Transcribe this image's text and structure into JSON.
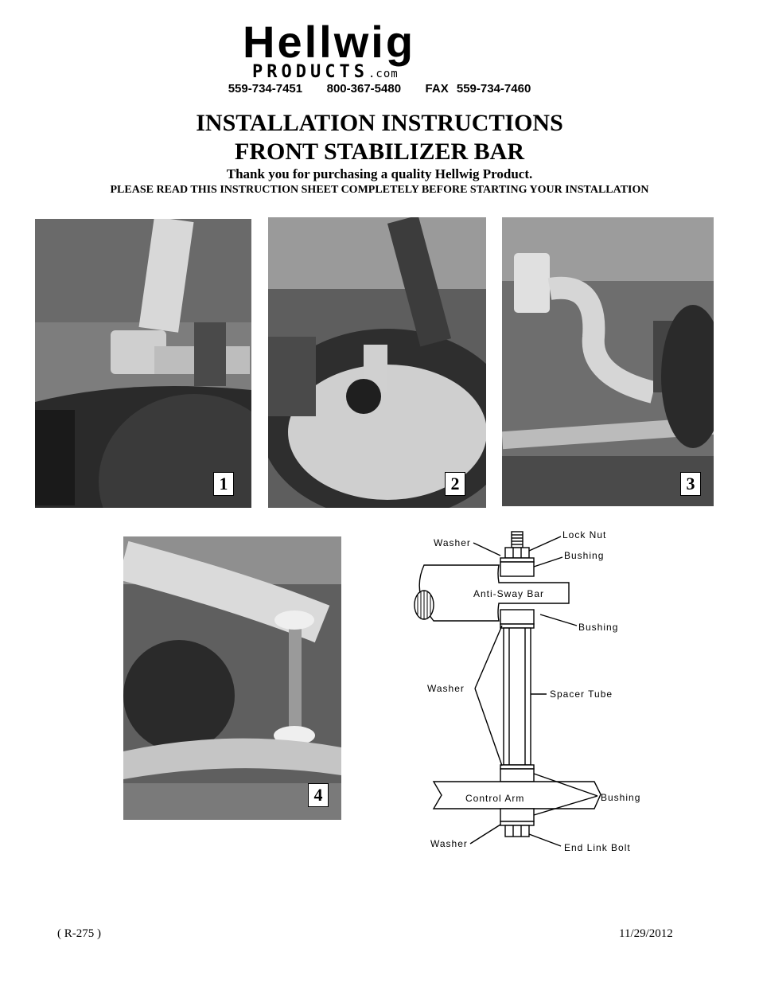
{
  "brand": {
    "logo_main": "Hellwig",
    "logo_sub": "PRODUCTS",
    "logo_domain": ".com"
  },
  "contact": {
    "line": "559-734-7451   800-367-5480   FAX 559-734-7460"
  },
  "title": {
    "line1": "INSTALLATION INSTRUCTIONS",
    "line2": "FRONT STABILIZER BAR"
  },
  "thanks": "Thank you for purchasing a quality Hellwig Product.",
  "notice": "PLEASE READ THIS INSTRUCTION SHEET COMPLETELY BEFORE STARTING YOUR INSTALLATION",
  "photos": [
    {
      "number": "1"
    },
    {
      "number": "2"
    },
    {
      "number": "3"
    },
    {
      "number": "4"
    }
  ],
  "diagram": {
    "washer_top": "Washer",
    "lock_nut": "Lock Nut",
    "bushing_top": "Bushing",
    "anti_sway_bar": "Anti-Sway Bar",
    "bushing_mid": "Bushing",
    "washer_mid": "Washer",
    "spacer_tube": "Spacer Tube",
    "control_arm": "Control Arm",
    "bushing_low": "Bushing",
    "washer_bottom": "Washer",
    "end_link_bolt": "End Link Bolt"
  },
  "footer": {
    "code": "( R-275 )",
    "date": "11/29/2012"
  }
}
